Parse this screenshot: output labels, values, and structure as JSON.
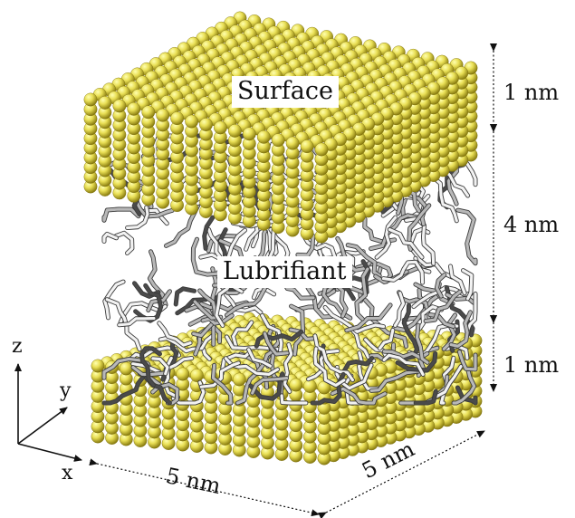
{
  "labels": {
    "surface": "Surface",
    "lubrifiant": "Lubrifiant"
  },
  "dimensions": {
    "top_thickness": "1 nm",
    "gap": "4 nm",
    "bottom_thickness": "1 nm",
    "width_x": "5 nm",
    "width_y": "5 nm"
  },
  "axes": {
    "z": "z",
    "y": "y",
    "x": "x"
  },
  "colors": {
    "atom_light": "#ffff9a",
    "atom_base": "#e6dc50",
    "atom_dark": "#8a7d10",
    "chain_light": "#f2f2f2",
    "chain_mid": "#b8b8b8",
    "chain_dark": "#4a4a4a"
  }
}
